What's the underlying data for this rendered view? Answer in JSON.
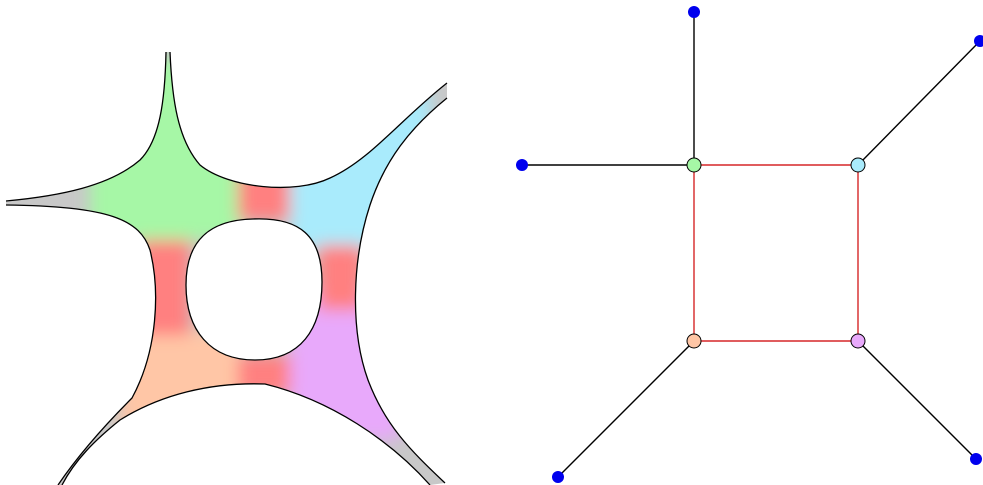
{
  "surface": {
    "fill_default": "#c8c8c8",
    "region_colors": {
      "top_left": "#a6f7a6",
      "top_right": "#a9ebfc",
      "bottom_left": "#ffc6a6",
      "bottom_right": "#e8a9fb",
      "connector": "#ff8080"
    }
  },
  "graph": {
    "edge_color_outer": "#000000",
    "edge_color_cycle": "#d62728",
    "leaf_color": "#0000ee",
    "nodes": [
      {
        "id": "top-left",
        "color": "#a6f7a6"
      },
      {
        "id": "top-right",
        "color": "#a9ebfc"
      },
      {
        "id": "bottom-left",
        "color": "#ffc6a6"
      },
      {
        "id": "bottom-right",
        "color": "#e8a9fb"
      }
    ],
    "leaves": [
      {
        "id": "leaf-top",
        "attached_to": "top-left"
      },
      {
        "id": "leaf-left",
        "attached_to": "top-left"
      },
      {
        "id": "leaf-top-right",
        "attached_to": "top-right"
      },
      {
        "id": "leaf-bottom-left",
        "attached_to": "bottom-left"
      },
      {
        "id": "leaf-bottom-right",
        "attached_to": "bottom-right"
      }
    ]
  }
}
